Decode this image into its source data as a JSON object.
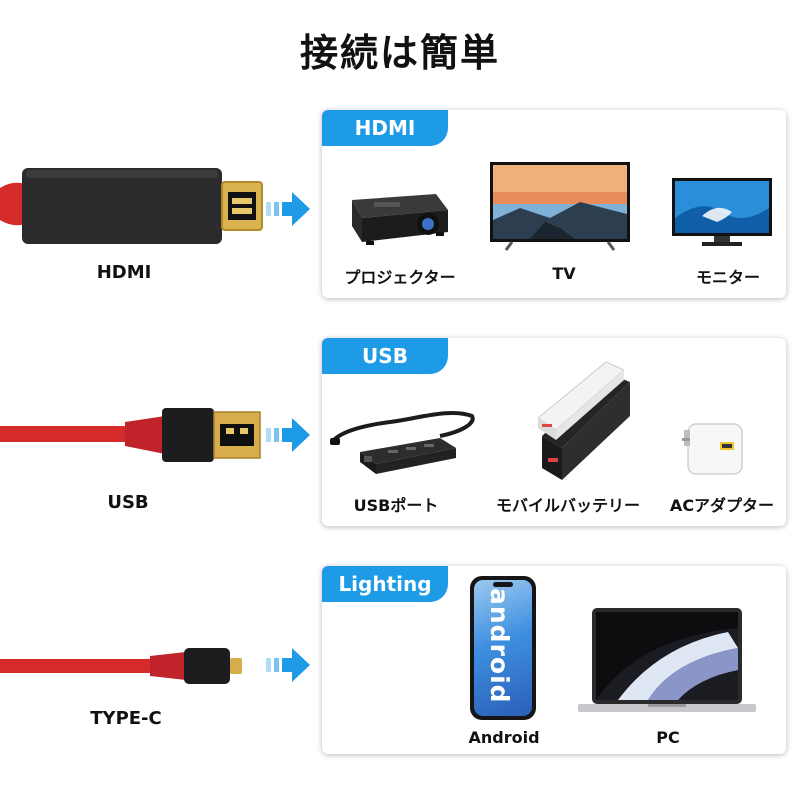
{
  "title": "接続は簡単",
  "colors": {
    "accent": "#1e9be6",
    "cable": "#d42a2a"
  },
  "rows": [
    {
      "cable_label": "HDMI",
      "panel_tag": "HDMI",
      "devices": [
        {
          "label": "プロジェクター",
          "icon": "projector-icon"
        },
        {
          "label": "TV",
          "icon": "tv-icon"
        },
        {
          "label": "モニター",
          "icon": "monitor-icon"
        }
      ]
    },
    {
      "cable_label": "USB",
      "panel_tag": "USB",
      "devices": [
        {
          "label": "USBポート",
          "icon": "usb-hub-icon"
        },
        {
          "label": "モバイルバッテリー",
          "icon": "power-bank-icon"
        },
        {
          "label": "ACアダプター",
          "icon": "ac-adapter-icon"
        }
      ]
    },
    {
      "cable_label": "TYPE-C",
      "panel_tag": "Lighting",
      "devices": [
        {
          "label": "Android",
          "icon": "smartphone-icon",
          "screen_text": "android"
        },
        {
          "label": "PC",
          "icon": "laptop-icon"
        }
      ]
    }
  ]
}
